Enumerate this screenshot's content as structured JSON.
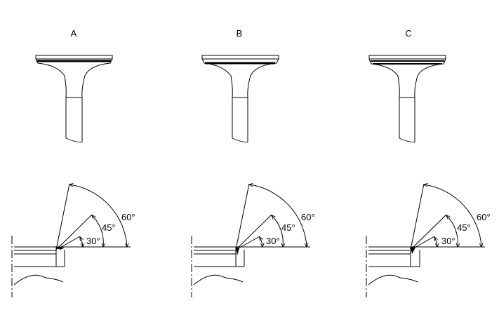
{
  "panels": [
    {
      "label": "A",
      "angles": [
        "30°",
        "45°",
        "60°"
      ]
    },
    {
      "label": "B",
      "angles": [
        "30°",
        "45°",
        "60°"
      ]
    },
    {
      "label": "C",
      "angles": [
        "30°",
        "45°",
        "60°"
      ]
    }
  ]
}
